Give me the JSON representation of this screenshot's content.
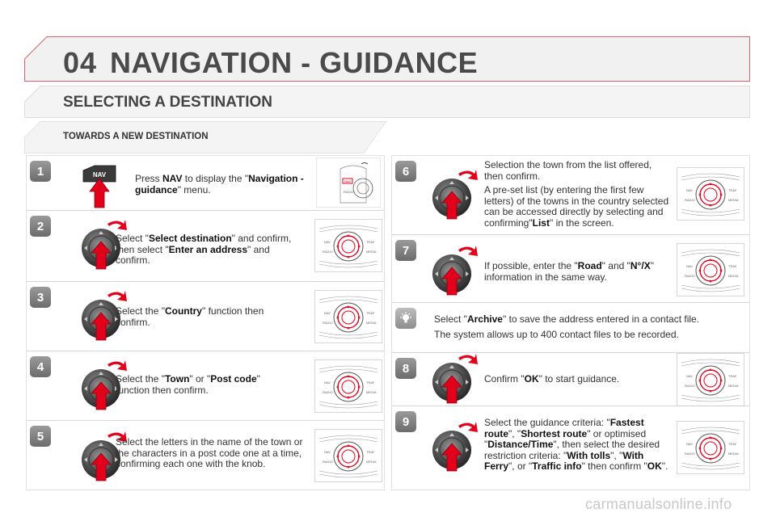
{
  "header": {
    "chapter": "04",
    "title": "NAVIGATION - GUIDANCE"
  },
  "subheader": {
    "title": "SELECTING A DESTINATION"
  },
  "section": {
    "title": "TOWARDS A NEW DESTINATION"
  },
  "icon_labels": {
    "nav": "NAV",
    "nav_small": "NAV",
    "radio": "RADIO",
    "media": "MEDIA",
    "traf": "TRAF"
  },
  "left_steps": [
    {
      "num": "1",
      "pre": "Press ",
      "bold1": "NAV",
      "mid": " to display the \"",
      "bold2": "Navigation - guidance",
      "post": "\" menu."
    },
    {
      "num": "2",
      "pre": "Select \"",
      "bold1": "Select destination",
      "mid": "\" and confirm, then select \"",
      "bold2": "Enter an address",
      "post": "\" and confirm."
    },
    {
      "num": "3",
      "pre": "Select the \"",
      "bold1": "Country",
      "mid": "\" function then confirm.",
      "bold2": "",
      "post": ""
    },
    {
      "num": "4",
      "pre": "Select the \"",
      "bold1": "Town",
      "mid": "\" or \"",
      "bold2": "Post code",
      "post": "\" function then confirm."
    },
    {
      "num": "5",
      "pre": "Select the letters in the name of the town or the characters in a post code one at a time, confirming each one with the knob.",
      "bold1": "",
      "mid": "",
      "bold2": "",
      "post": ""
    }
  ],
  "right_steps": {
    "s6": {
      "num": "6",
      "p1": "Selection the town from the list offered, then confirm.",
      "p2_pre": "A pre-set list (by entering the first few letters) of the towns in the country selected can be accessed directly by selecting and confirming\"",
      "p2_bold": "List",
      "p2_post": "\" in the screen."
    },
    "s7": {
      "num": "7",
      "pre": "If possible, enter the \"",
      "bold1": "Road",
      "mid": "\" and \"",
      "bold2": "N°/X",
      "post": "\" information in the same way."
    },
    "tip": {
      "pre": "Select \"",
      "bold": "Archive",
      "post": "\" to save the address entered in a contact file.",
      "p2": "The system allows up to 400 contact files to be recorded."
    },
    "s8": {
      "num": "8",
      "pre": "Confirm \"",
      "bold": "OK",
      "post": "\" to start guidance."
    },
    "s9": {
      "num": "9",
      "t1": "Select the guidance criteria: \"",
      "b1": "Fastest route",
      "t2": "\", \"",
      "b2": "Shortest route",
      "t3": "\" or optimised \"",
      "b3": "Distance/Time",
      "t4": "\", then select the desired restriction criteria: \"",
      "b4": "With tolls",
      "t5": "\", \"",
      "b5": "With Ferry",
      "t6": "\", or \"",
      "b6": "Traffic info",
      "t7": "\" then confirm \"",
      "b7": "OK",
      "t8": "\"."
    }
  },
  "watermark": "carmanualsonline.info",
  "colors": {
    "accent_red": "#d0021b",
    "header_fill": "#f0f0f0",
    "text": "#333333"
  }
}
